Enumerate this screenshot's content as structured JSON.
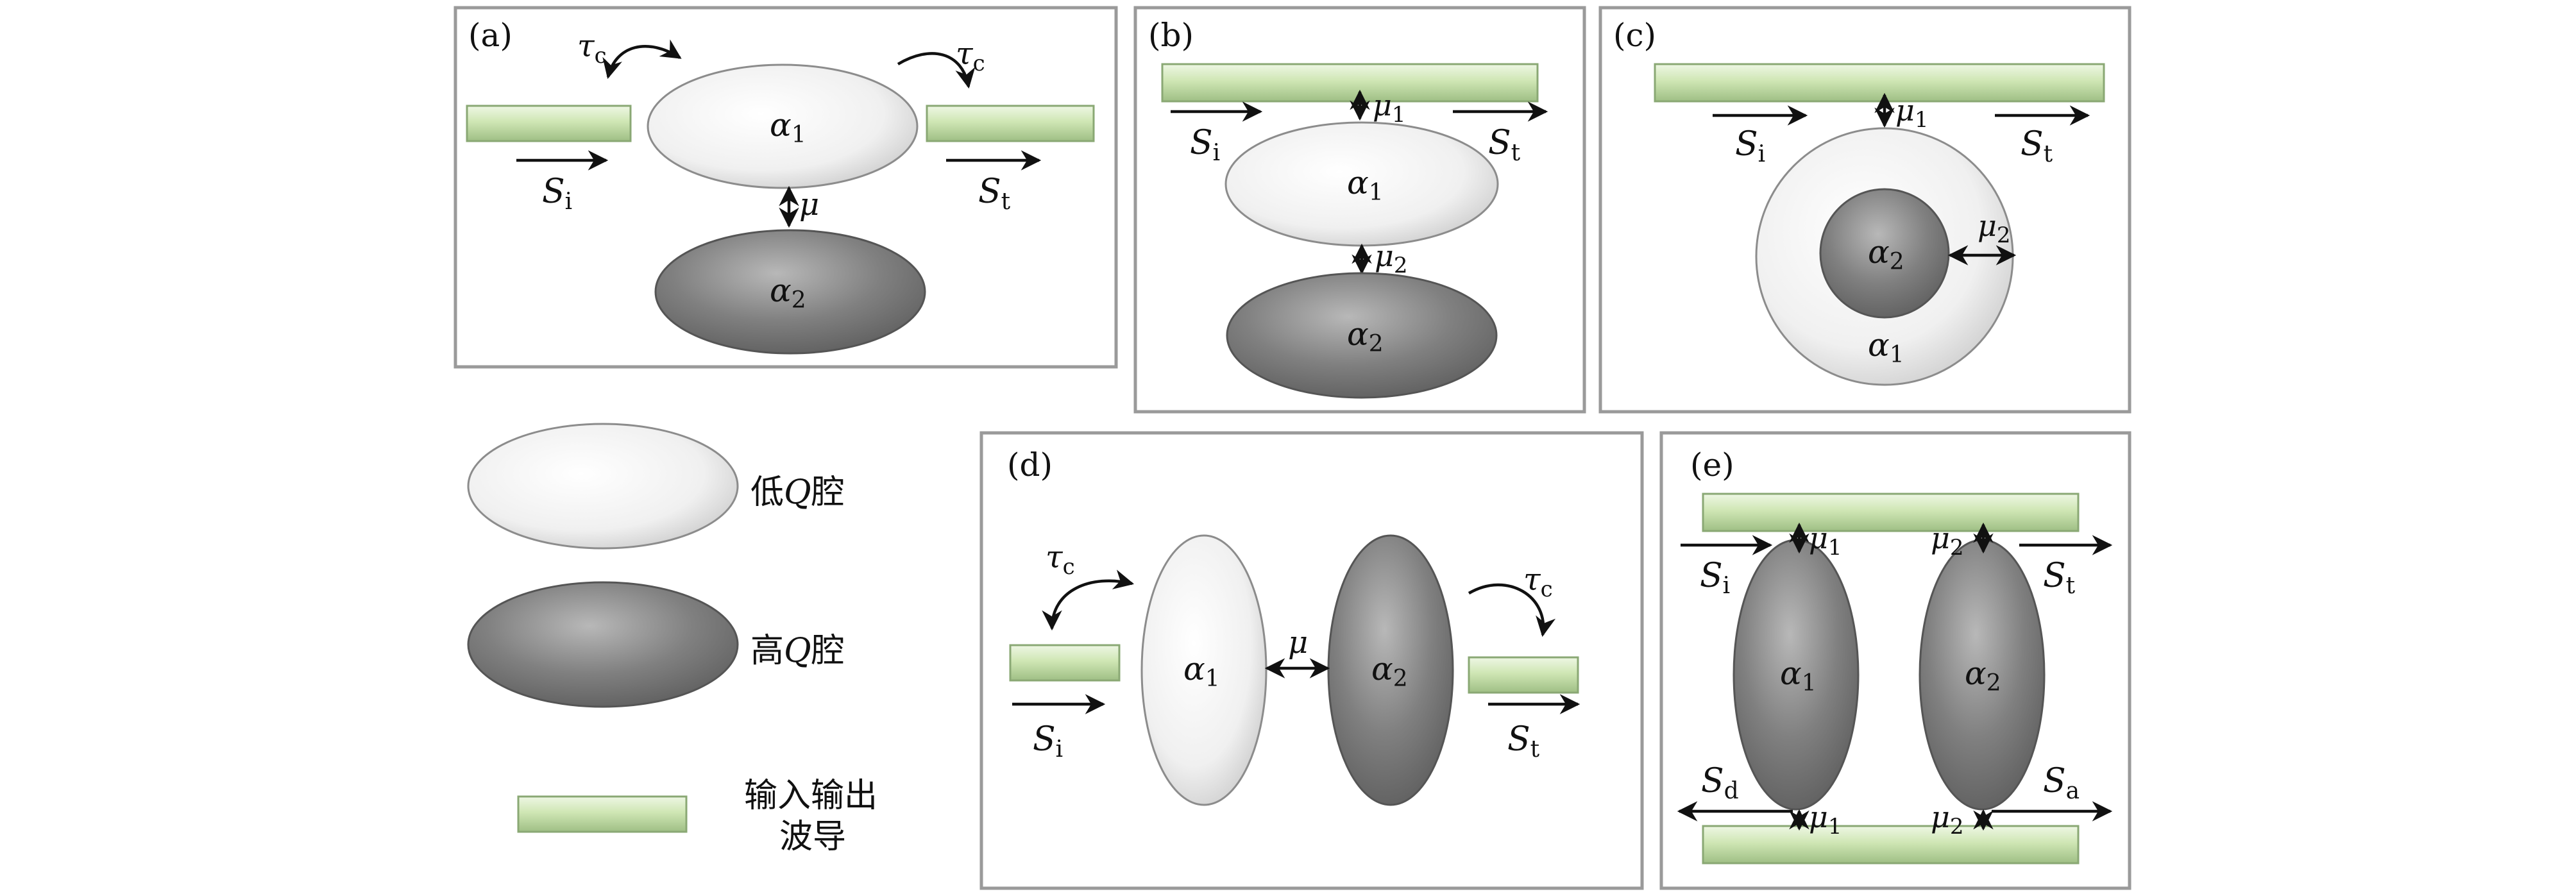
{
  "panels": {
    "a": {
      "tag": "(a)",
      "tau_left": "τ",
      "tau_left_sub": "c",
      "tau_right": "τ",
      "tau_right_sub": "c",
      "cav1": "α",
      "cav1_sub": "1",
      "cav2": "α",
      "cav2_sub": "2",
      "mu": "μ",
      "s_in": "S",
      "s_in_sub": "i",
      "s_out": "S",
      "s_out_sub": "t"
    },
    "b": {
      "tag": "(b)",
      "mu1": "μ",
      "mu1_sub": "1",
      "mu2": "μ",
      "mu2_sub": "2",
      "s_in": "S",
      "s_in_sub": "i",
      "s_out": "S",
      "s_out_sub": "t",
      "cav1": "α",
      "cav1_sub": "1",
      "cav2": "α",
      "cav2_sub": "2"
    },
    "c": {
      "tag": "(c)",
      "mu1": "μ",
      "mu1_sub": "1",
      "mu2": "μ",
      "mu2_sub": "2",
      "s_in": "S",
      "s_in_sub": "i",
      "s_out": "S",
      "s_out_sub": "t",
      "cav1": "α",
      "cav1_sub": "1",
      "cav2": "α",
      "cav2_sub": "2"
    },
    "d": {
      "tag": "(d)",
      "tau_left": "τ",
      "tau_left_sub": "c",
      "tau_right": "τ",
      "tau_right_sub": "c",
      "mu": "μ",
      "cav1": "α",
      "cav1_sub": "1",
      "cav2": "α",
      "cav2_sub": "2",
      "s_in": "S",
      "s_in_sub": "i",
      "s_out": "S",
      "s_out_sub": "t"
    },
    "e": {
      "tag": "(e)",
      "mu1_top": "μ",
      "mu1_top_sub": "1",
      "mu2_top": "μ",
      "mu2_top_sub": "2",
      "mu1_bot": "μ",
      "mu1_bot_sub": "1",
      "mu2_bot": "μ",
      "mu2_bot_sub": "2",
      "s_in": "S",
      "s_in_sub": "i",
      "s_out": "S",
      "s_out_sub": "t",
      "s_drop": "S",
      "s_drop_sub": "d",
      "s_add": "S",
      "s_add_sub": "a",
      "cav1": "α",
      "cav1_sub": "1",
      "cav2": "α",
      "cav2_sub": "2"
    }
  },
  "legend": {
    "low_q_pre": "低",
    "low_q_q": "Q",
    "low_q_post": "腔",
    "high_q_pre": "高",
    "high_q_q": "Q",
    "high_q_post": "腔",
    "waveguide_line1": "输入输出",
    "waveguide_line2": "波导"
  },
  "colors": {
    "low_q_cavity": "#f2f2f2",
    "high_q_cavity": "#808080",
    "waveguide": "#cfe6b4",
    "panel_border": "#9a9a9a"
  }
}
